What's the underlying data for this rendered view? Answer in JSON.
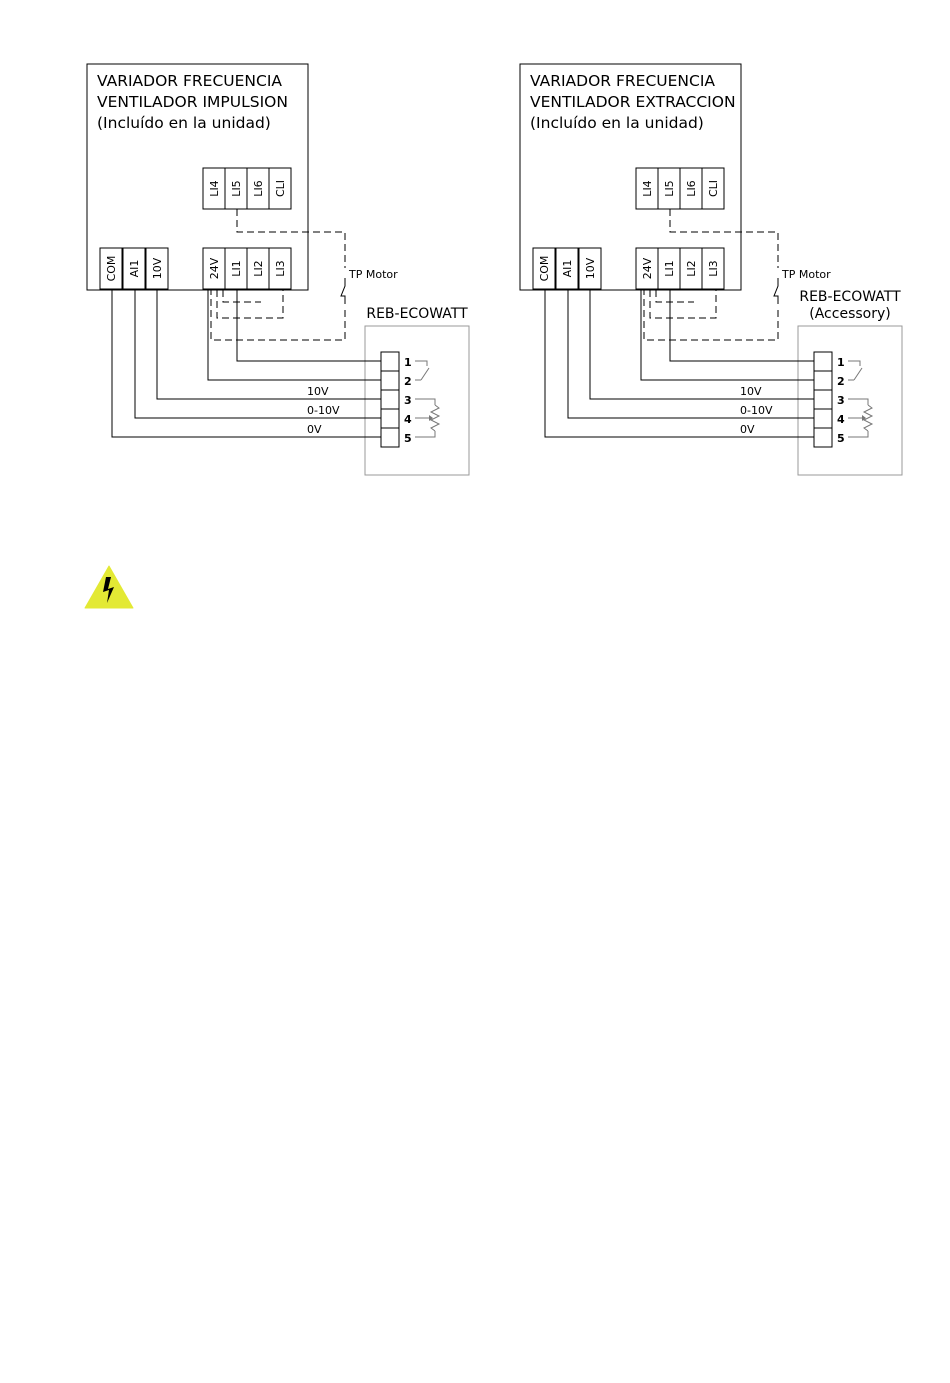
{
  "diagrams": [
    {
      "title_lines": [
        "VARIADOR FRECUENCIA",
        "VENTILADOR IMPULSION",
        "(Incluído en la unidad)"
      ],
      "top_terminals": [
        "LI4",
        "LI5",
        "LI6",
        "CLI"
      ],
      "bottom_left_terminals": [
        "COM",
        "AI1",
        "10V"
      ],
      "bottom_right_terminals": [
        "24V",
        "LI1",
        "LI2",
        "LI3"
      ],
      "tp_motor_label": "TP Motor",
      "control_title_lines": [
        "REB-ECOWATT"
      ],
      "wire_labels": [
        "10V",
        "0-10V",
        "0V"
      ],
      "control_terminals": [
        "1",
        "2",
        "3",
        "4",
        "5"
      ]
    },
    {
      "title_lines": [
        "VARIADOR FRECUENCIA",
        "VENTILADOR EXTRACCION",
        "(Incluído en la unidad)"
      ],
      "top_terminals": [
        "LI4",
        "LI5",
        "LI6",
        "CLI"
      ],
      "bottom_left_terminals": [
        "COM",
        "AI1",
        "10V"
      ],
      "bottom_right_terminals": [
        "24V",
        "LI1",
        "LI2",
        "LI3"
      ],
      "tp_motor_label": "TP Motor",
      "control_title_lines": [
        "REB-ECOWATT",
        "(Accessory)"
      ],
      "wire_labels": [
        "10V",
        "0-10V",
        "0V"
      ],
      "control_terminals": [
        "1",
        "2",
        "3",
        "4",
        "5"
      ]
    }
  ],
  "warning_icon": {
    "name": "electrical-hazard-icon",
    "color": "#e3e934"
  }
}
